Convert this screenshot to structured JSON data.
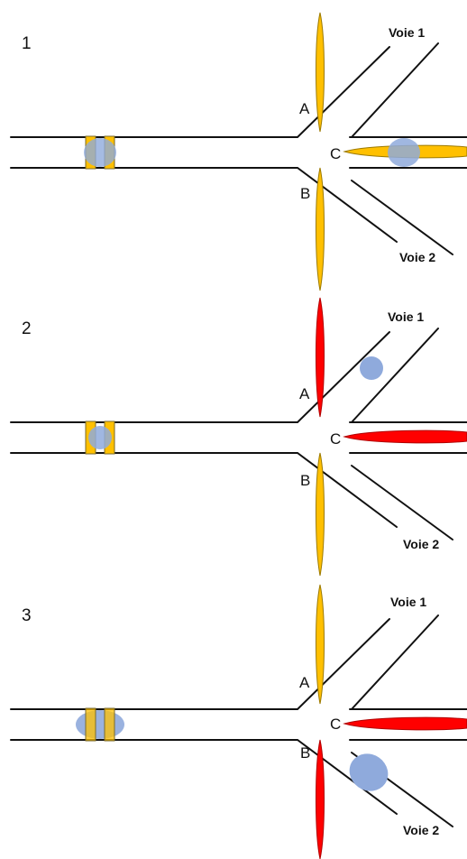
{
  "colors": {
    "valve_open": "#FFC000",
    "valve_closed": "#FF0000",
    "particle": "#8FAADC",
    "line": "#111111"
  },
  "panels": [
    {
      "number": "1",
      "valve_A": "open",
      "valve_B": "open",
      "valve_C": "open",
      "labels": {
        "A": "A",
        "B": "B",
        "C": "C",
        "route1": "Voie 1",
        "route2": "Voie 2"
      }
    },
    {
      "number": "2",
      "valve_A": "closed",
      "valve_B": "open",
      "valve_C": "closed",
      "labels": {
        "A": "A",
        "B": "B",
        "C": "C",
        "route1": "Voie 1",
        "route2": "Voie 2"
      }
    },
    {
      "number": "3",
      "valve_A": "open",
      "valve_B": "closed",
      "valve_C": "closed",
      "labels": {
        "A": "A",
        "B": "B",
        "C": "C",
        "route1": "Voie 1",
        "route2": "Voie 2"
      }
    }
  ]
}
